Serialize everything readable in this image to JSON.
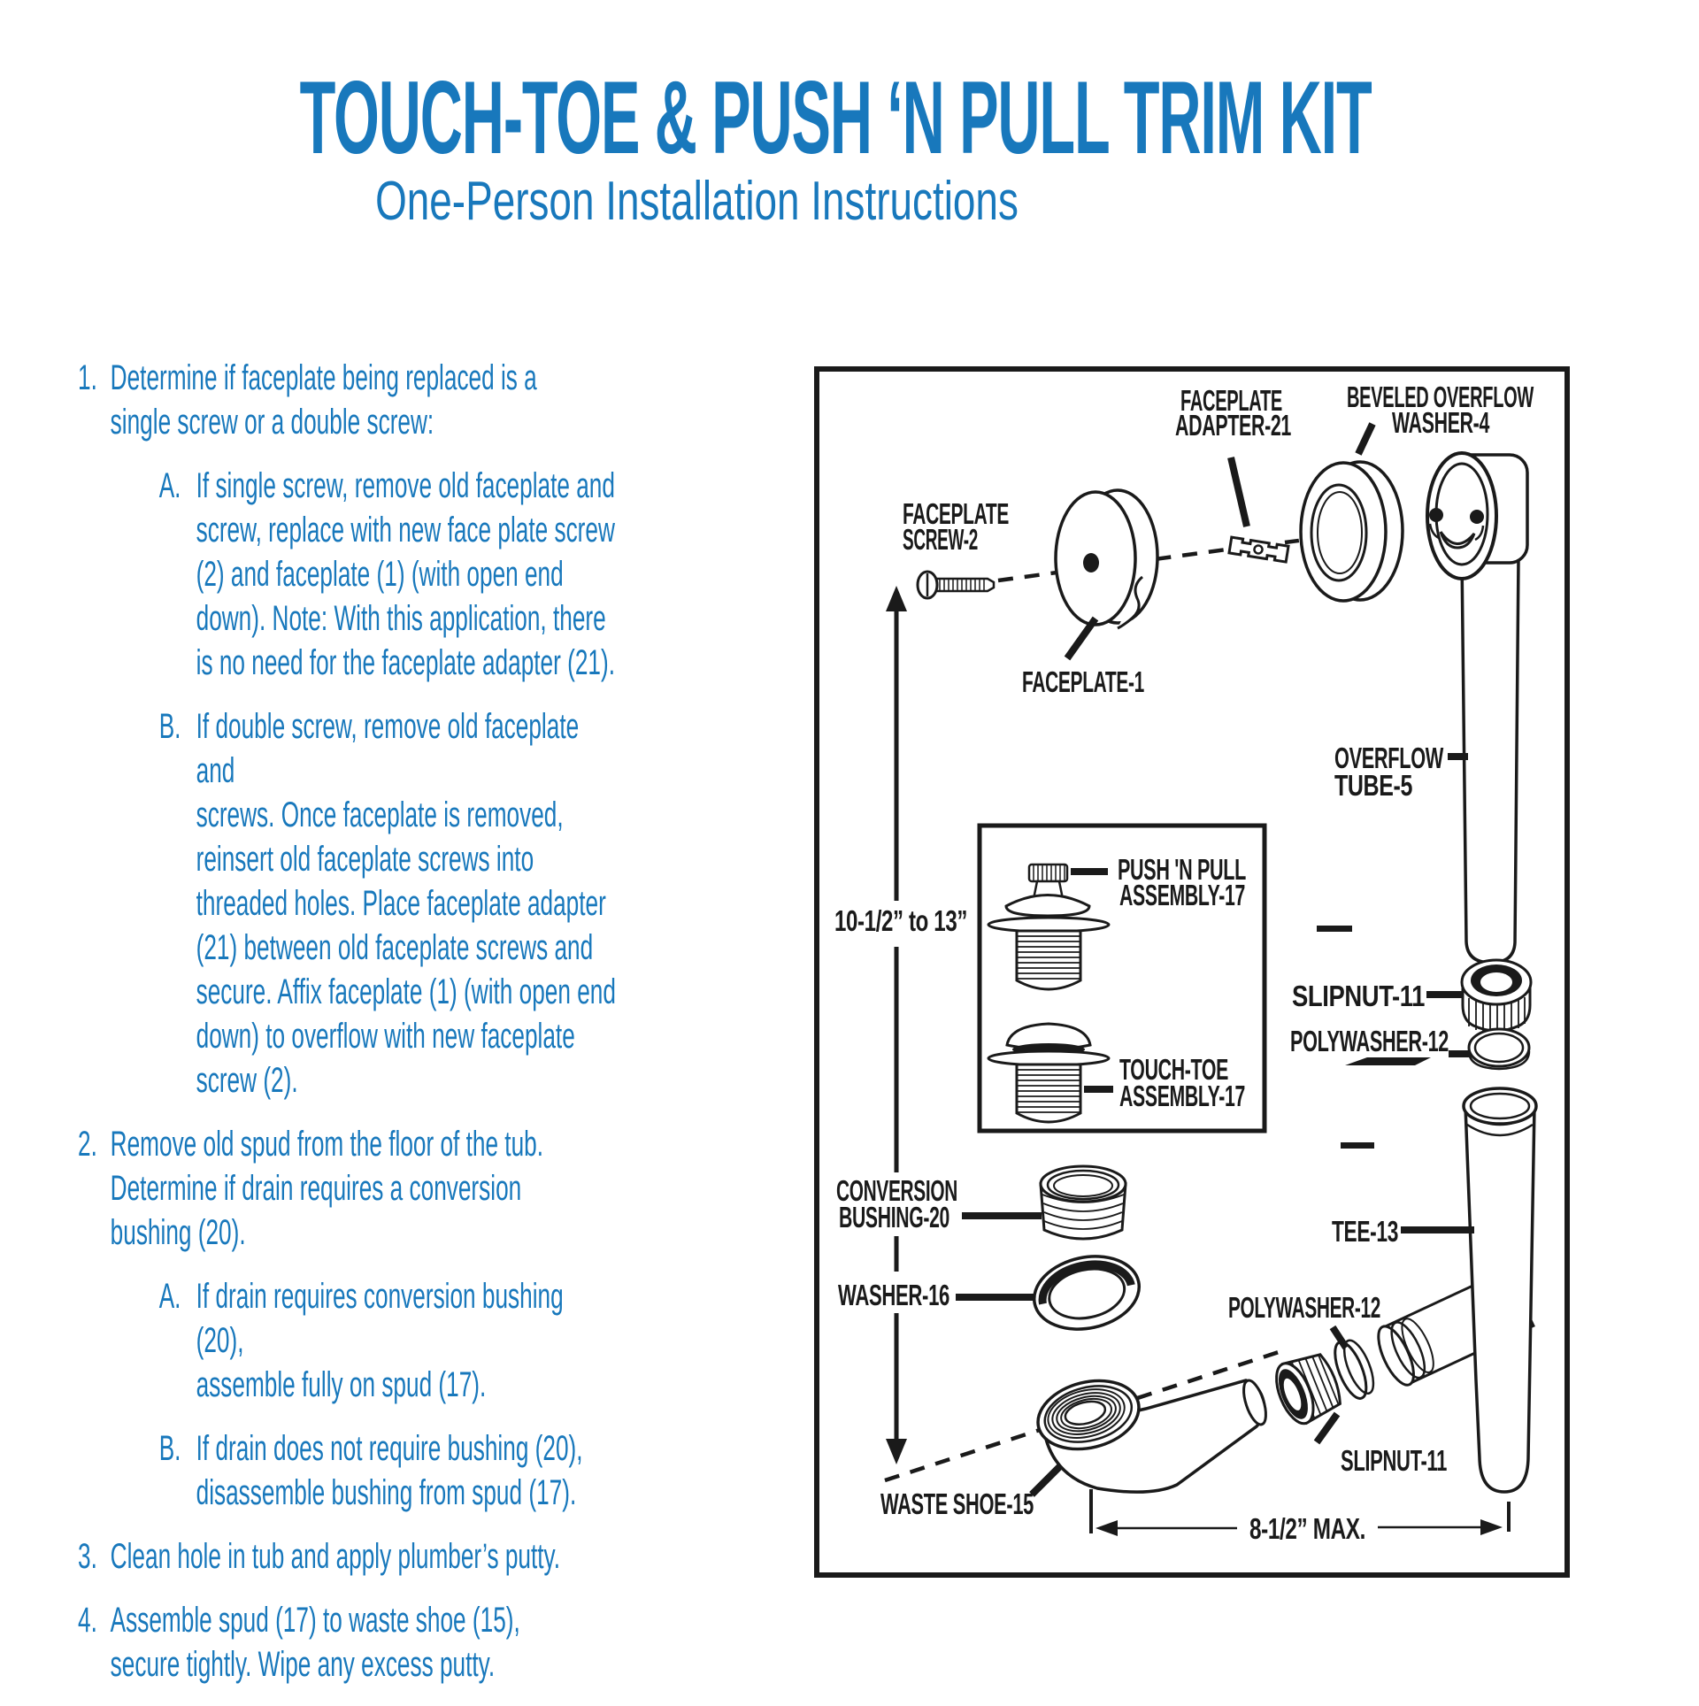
{
  "page": {
    "title": "TOUCH-TOE & PUSH ‘N PULL TRIM KIT",
    "subtitle": "One-Person Installation Instructions"
  },
  "colors": {
    "accent_blue": "#1878BC",
    "ink": "#1a1a1a",
    "background": "#ffffff"
  },
  "instructions": [
    {
      "num": "1.",
      "text": "Determine if faceplate being replaced is a\nsingle screw or a double screw:",
      "subs": [
        {
          "letter": "A.",
          "text": "If single screw, remove old faceplate and\nscrew, replace with new face plate screw\n(2) and faceplate (1) (with open end\ndown). Note: With this application, there\nis no need for the faceplate adapter (21)."
        },
        {
          "letter": "B.",
          "text": "If double screw, remove old faceplate and\nscrews. Once faceplate is removed,\nreinsert old faceplate screws into\nthreaded holes. Place faceplate adapter\n(21) between old faceplate screws and\nsecure. Affix faceplate (1) (with open end\ndown) to overflow with new faceplate\nscrew (2)."
        }
      ]
    },
    {
      "num": "2.",
      "text": "Remove old spud from the floor of the tub.\nDetermine if drain requires a conversion\nbushing (20).",
      "subs": [
        {
          "letter": "A.",
          "text": "If drain requires conversion bushing (20),\nassemble fully on spud (17)."
        },
        {
          "letter": "B.",
          "text": "If drain does not require bushing (20),\ndisassemble bushing from spud (17)."
        }
      ]
    },
    {
      "num": "3.",
      "text": "Clean hole in tub and apply plumber’s putty.",
      "subs": []
    },
    {
      "num": "4.",
      "text": "Assemble spud (17) to waste shoe (15),\nsecure tightly. Wipe any excess putty.",
      "subs": []
    }
  ],
  "diagram": {
    "labels": {
      "faceplate_screw_1": "FACEPLATE",
      "faceplate_screw_2": "SCREW-2",
      "faceplate_adapter_1": "FACEPLATE",
      "faceplate_adapter_2": "ADAPTER-21",
      "beveled_overflow_1": "BEVELED OVERFLOW",
      "beveled_overflow_2": "WASHER-4",
      "faceplate": "FACEPLATE-1",
      "overflow_tube_1": "OVERFLOW",
      "overflow_tube_2": "TUBE-5",
      "slipnut_right": "SLIPNUT-11",
      "polywasher_right": "POLYWASHER-12",
      "push_n_pull_1": "PUSH 'N PULL",
      "push_n_pull_2": "ASSEMBLY-17",
      "touch_toe_1": "TOUCH-TOE",
      "touch_toe_2": "ASSEMBLY-17",
      "conversion_bushing_1": "CONVERSION",
      "conversion_bushing_2": "BUSHING-20",
      "washer": "WASHER-16",
      "tee": "TEE-13",
      "polywasher_bottom": "POLYWASHER-12",
      "slipnut_bottom": "SLIPNUT-11",
      "waste_shoe": "WASTE SHOE-15"
    },
    "dimensions": {
      "vertical": "10-1/2” to 13”",
      "horizontal": "8-1/2” MAX."
    }
  }
}
